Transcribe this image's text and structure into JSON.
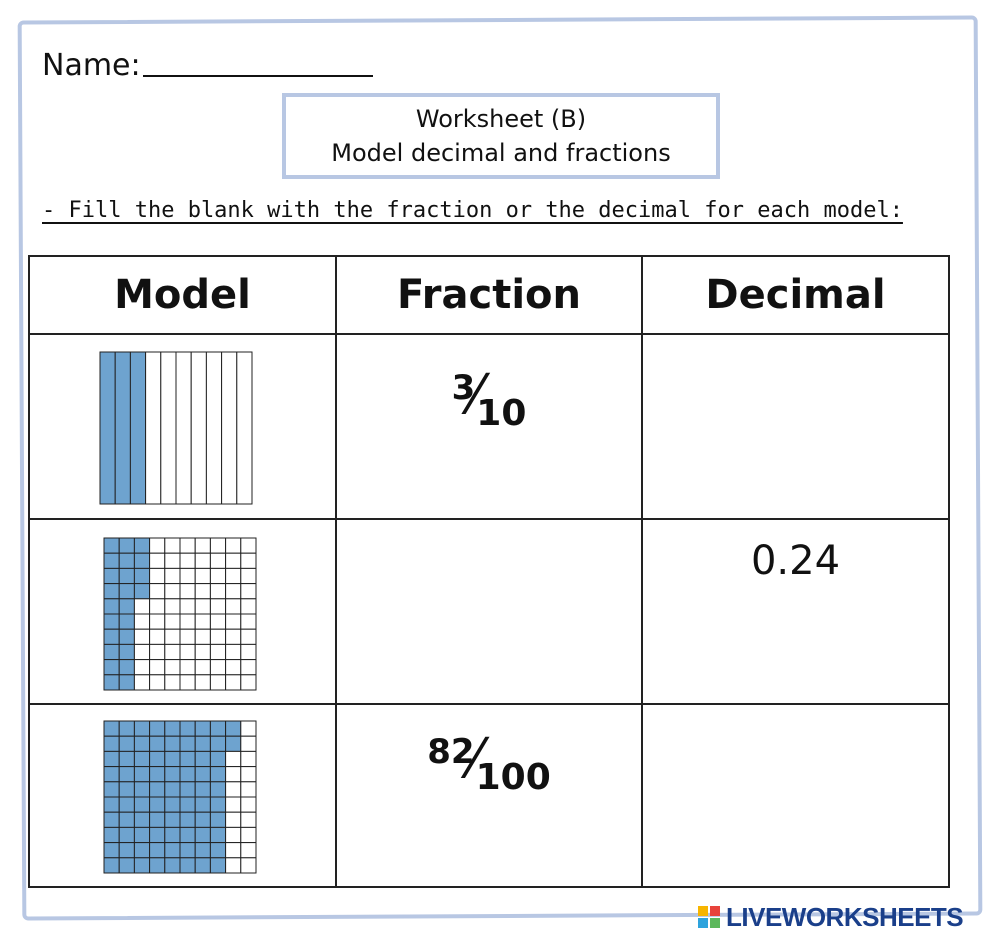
{
  "header": {
    "name_label": "Name:",
    "title_line1": "Worksheet (B)",
    "title_line2": "Model decimal and fractions"
  },
  "instruction": "- Fill the blank with the fraction or the decimal for each model:",
  "table": {
    "columns": [
      "Model",
      "Fraction",
      "Decimal"
    ],
    "rows": [
      {
        "model": {
          "grid": "10 strips",
          "shaded": 3,
          "total": 10
        },
        "fraction": {
          "numerator": "3",
          "denominator": "10"
        },
        "decimal": ""
      },
      {
        "model": {
          "grid": "10x10",
          "shaded": 24,
          "total": 100
        },
        "fraction": null,
        "decimal": "0.24"
      },
      {
        "model": {
          "grid": "10x10",
          "shaded": 82,
          "total": 100
        },
        "fraction": {
          "numerator": "82",
          "denominator": "100"
        },
        "decimal": ""
      }
    ]
  },
  "colors": {
    "frame": "#b8c7e3",
    "shade": "#6ea3cf",
    "grid_line": "#222222",
    "watermark": "#1a3f8a"
  },
  "watermark": "LIVEWORKSHEETS",
  "watermark_logo_letters": "LIVE"
}
